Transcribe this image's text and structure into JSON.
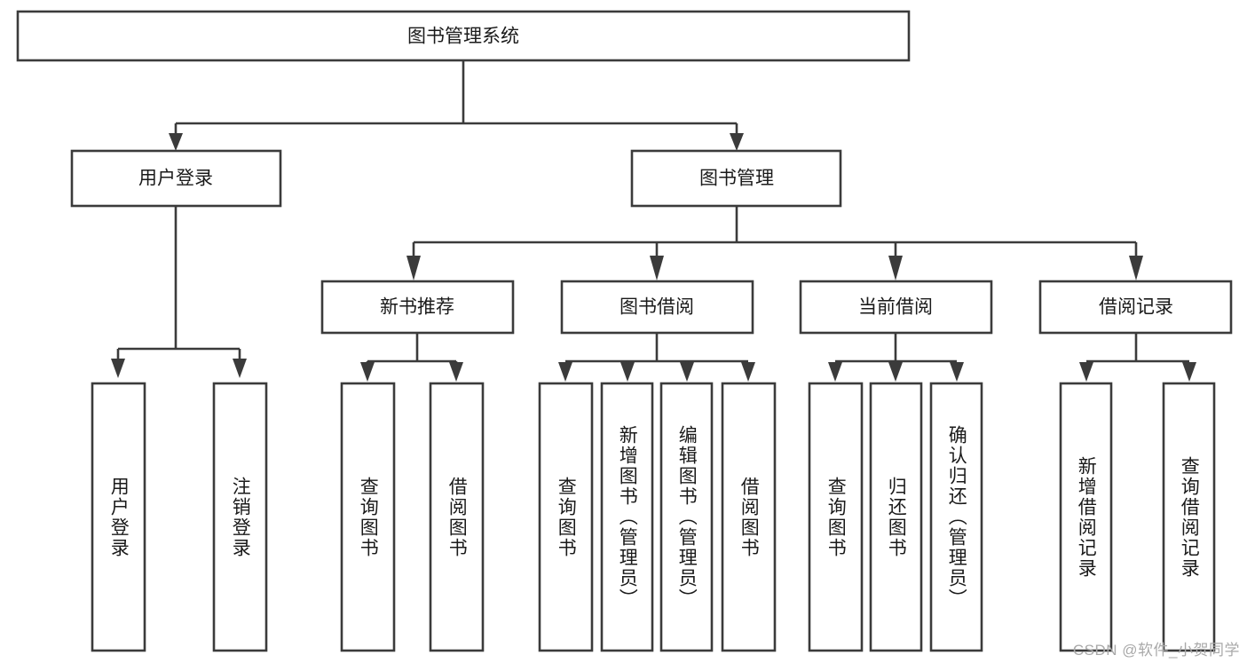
{
  "diagram": {
    "title": "图书管理系统",
    "type": "tree-hierarchy-diagram",
    "colors": {
      "box_stroke": "#3b3b3b",
      "box_fill": "#ffffff",
      "connector": "#3b3b3b",
      "text": "#1a1a1a",
      "watermark": "#a9a9a9",
      "background": "#ffffff"
    },
    "levels": {
      "root": {
        "label": "图书管理系统"
      },
      "level2": [
        {
          "label": "用户登录"
        },
        {
          "label": "图书管理"
        }
      ],
      "level3": [
        {
          "label": "新书推荐"
        },
        {
          "label": "图书借阅"
        },
        {
          "label": "当前借阅"
        },
        {
          "label": "借阅记录"
        }
      ],
      "leaves": [
        {
          "label": "用户登录",
          "parent": "用户登录"
        },
        {
          "label": "注销登录",
          "parent": "用户登录"
        },
        {
          "label": "查询图书",
          "parent": "新书推荐"
        },
        {
          "label": "借阅图书",
          "parent": "新书推荐"
        },
        {
          "label": "查询图书",
          "parent": "图书借阅"
        },
        {
          "label": "新增图书（管理员）",
          "parent": "图书借阅"
        },
        {
          "label": "编辑图书（管理员）",
          "parent": "图书借阅"
        },
        {
          "label": "借阅图书",
          "parent": "图书借阅"
        },
        {
          "label": "查询图书",
          "parent": "当前借阅"
        },
        {
          "label": "归还图书",
          "parent": "当前借阅"
        },
        {
          "label": "确认归还（管理员）",
          "parent": "当前借阅"
        },
        {
          "label": "新增借阅记录",
          "parent": "借阅记录"
        },
        {
          "label": "查询借阅记录",
          "parent": "借阅记录"
        }
      ]
    }
  },
  "watermark": {
    "text": "CSDN @软件_小贺同学"
  }
}
